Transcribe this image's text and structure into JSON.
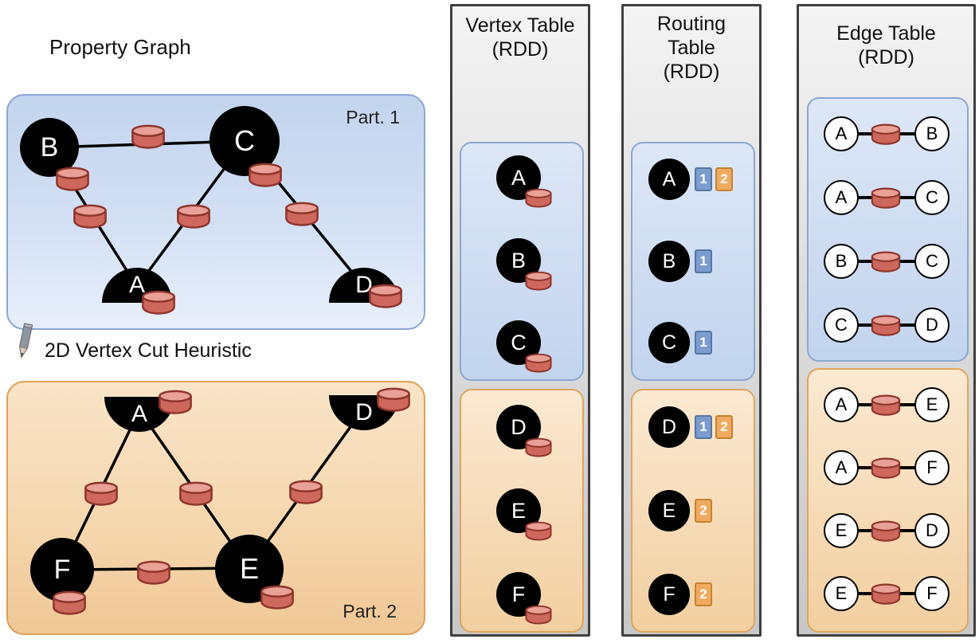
{
  "titles": {
    "property_graph": "Property Graph",
    "heuristic": "2D Vertex Cut Heuristic"
  },
  "graph": {
    "part1": {
      "label": "Part. 1",
      "vertices": [
        "B",
        "C",
        "A",
        "D"
      ],
      "edges": [
        [
          "B",
          "C"
        ],
        [
          "B",
          "A"
        ],
        [
          "C",
          "A"
        ],
        [
          "C",
          "D"
        ]
      ]
    },
    "part2": {
      "label": "Part. 2",
      "vertices": [
        "A",
        "D",
        "F",
        "E"
      ],
      "edges": [
        [
          "A",
          "F"
        ],
        [
          "A",
          "E"
        ],
        [
          "D",
          "E"
        ],
        [
          "F",
          "E"
        ]
      ]
    }
  },
  "vertex_table": {
    "title": [
      "Vertex Table",
      "(RDD)"
    ],
    "part1_vertices": [
      "A",
      "B",
      "C"
    ],
    "part2_vertices": [
      "D",
      "E",
      "F"
    ]
  },
  "routing_table": {
    "title": [
      "Routing",
      "Table",
      "(RDD)"
    ],
    "part1_rows": [
      {
        "vertex": "A",
        "partitions": [
          "1",
          "2"
        ]
      },
      {
        "vertex": "B",
        "partitions": [
          "1"
        ]
      },
      {
        "vertex": "C",
        "partitions": [
          "1"
        ]
      }
    ],
    "part2_rows": [
      {
        "vertex": "D",
        "partitions": [
          "1",
          "2"
        ]
      },
      {
        "vertex": "E",
        "partitions": [
          "2"
        ]
      },
      {
        "vertex": "F",
        "partitions": [
          "2"
        ]
      }
    ]
  },
  "edge_table": {
    "title": [
      "Edge Table",
      "(RDD)"
    ],
    "part1_edges": [
      {
        "from": "A",
        "to": "B"
      },
      {
        "from": "A",
        "to": "C"
      },
      {
        "from": "B",
        "to": "C"
      },
      {
        "from": "C",
        "to": "D"
      }
    ],
    "part2_edges": [
      {
        "from": "A",
        "to": "E"
      },
      {
        "from": "A",
        "to": "F"
      },
      {
        "from": "E",
        "to": "D"
      },
      {
        "from": "E",
        "to": "F"
      }
    ]
  },
  "colors": {
    "partition1_fill": "#c9d9f1",
    "partition1_border": "#8aa8d0",
    "partition2_fill": "#f5d6ac",
    "partition2_border": "#dda05a",
    "cylinder_body": "#ce675c",
    "cylinder_top": "#e9a096",
    "badge_blue": "#7b9bd1",
    "badge_orange": "#f0aa5f",
    "panel_fill": "#dcdcdc"
  }
}
